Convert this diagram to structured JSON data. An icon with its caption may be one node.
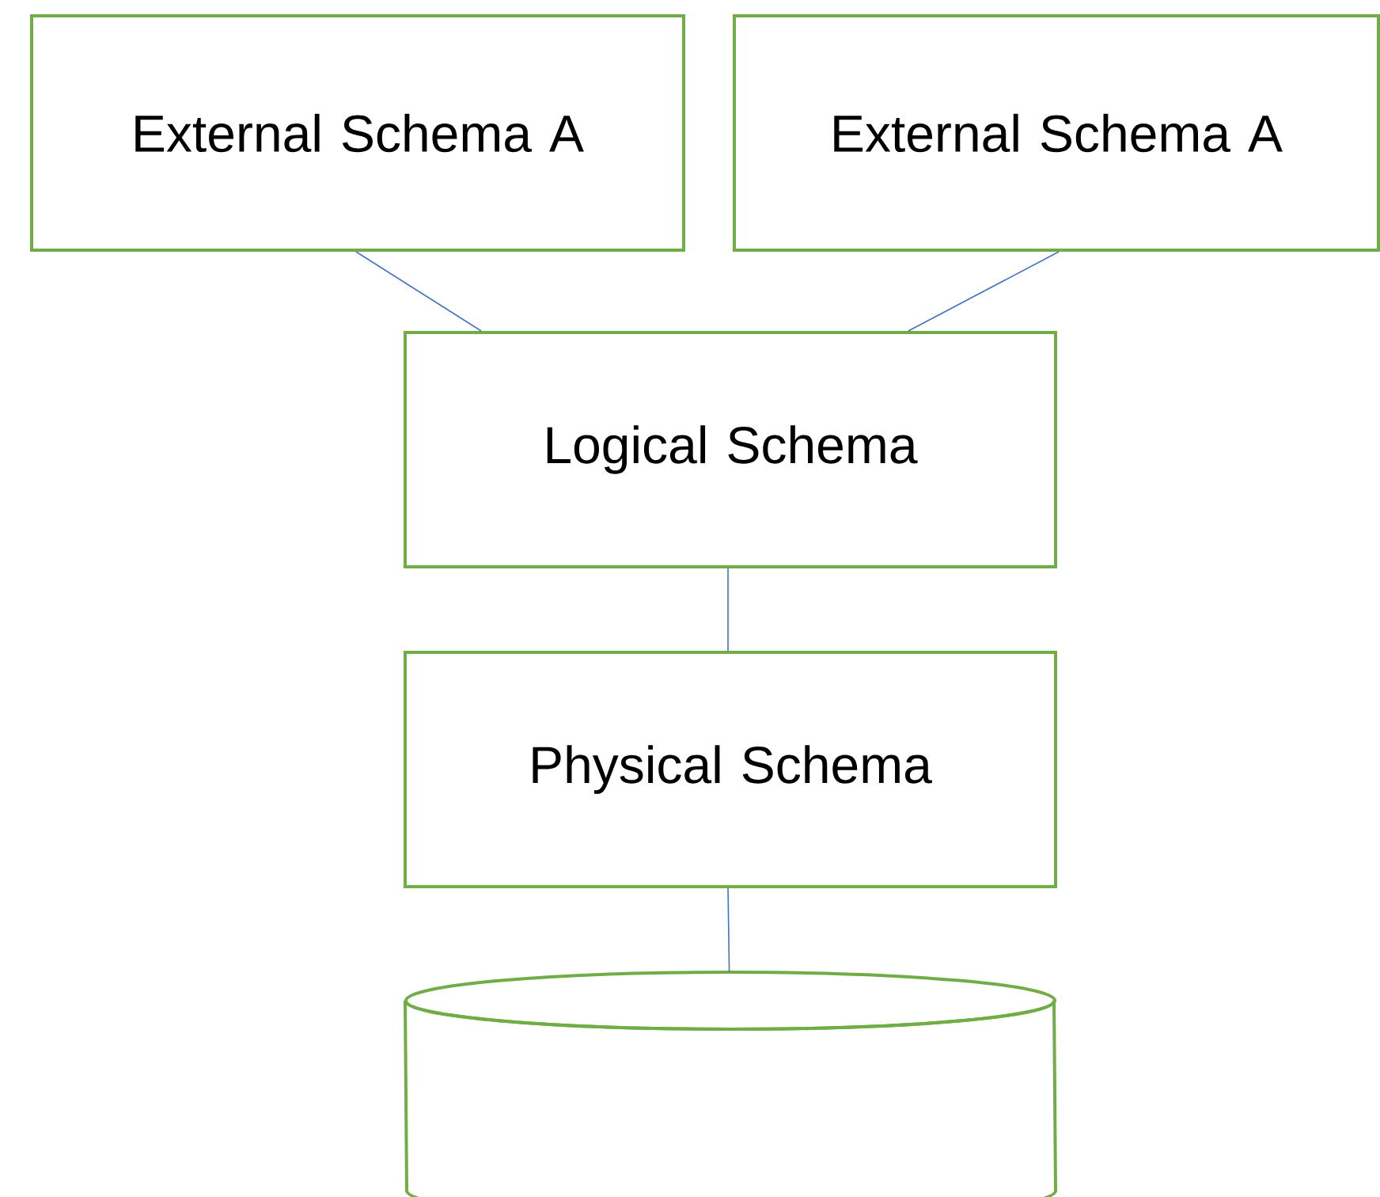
{
  "diagram": {
    "nodes": [
      {
        "text": [
          "External Schema A"
        ]
      },
      {
        "text": [
          "External Schema A"
        ]
      },
      {
        "text": [
          "Logical Schema"
        ]
      },
      {
        "text": [
          "Physical Schema"
        ]
      },
      {
        "text": [],
        "shape": "cylinder"
      }
    ],
    "edges": [
      {
        "from": 0,
        "to": 2,
        "arrow": "none"
      },
      {
        "from": 1,
        "to": 2,
        "arrow": "none"
      },
      {
        "from": 2,
        "to": 3,
        "arrow": "none"
      },
      {
        "from": 3,
        "to": 4,
        "arrow": "none"
      }
    ]
  }
}
